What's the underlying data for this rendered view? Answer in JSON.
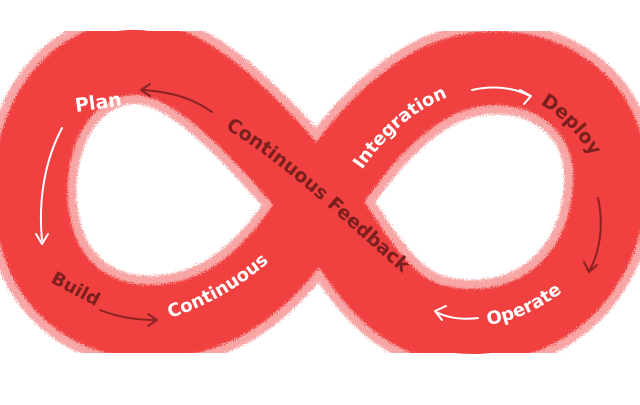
{
  "labels": {
    "plan": "Plan",
    "build": "Build",
    "continuous": "Continuous",
    "integration": "Integration",
    "deploy": "Deploy",
    "operate": "Operate",
    "feedback": "Continuous Feedback"
  },
  "colors": {
    "band": "#f0403f",
    "band_edge": "#f25d5c",
    "light_text": "#ffffff",
    "dark_text": "#7a1e1e",
    "arrow_light": "#ffffff",
    "arrow_dark": "#8a2323"
  }
}
